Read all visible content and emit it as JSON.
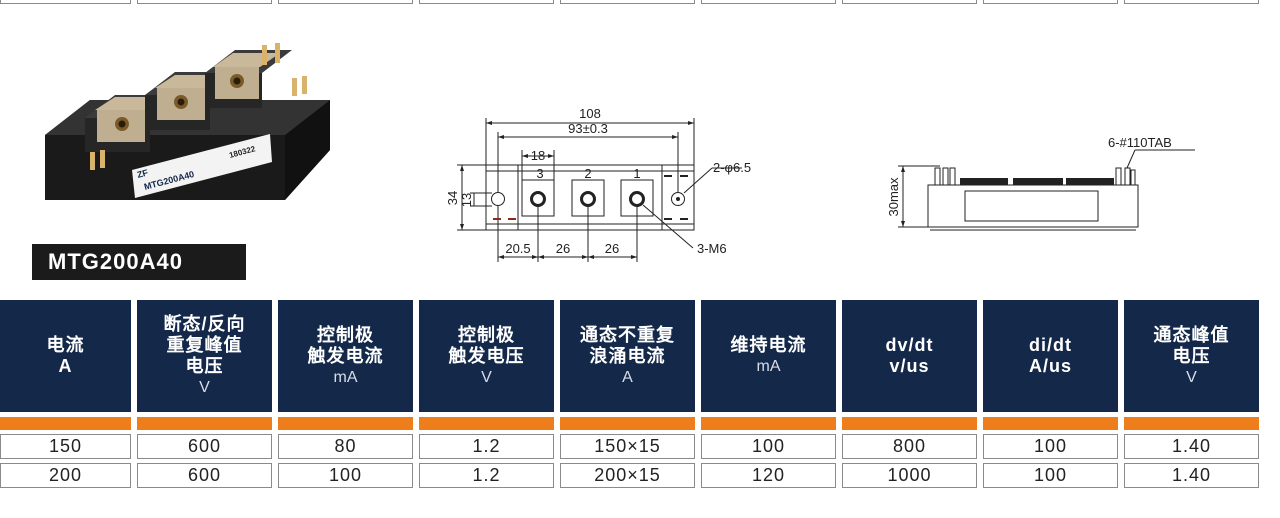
{
  "product": {
    "model": "MTG200A40",
    "photo_label_model": "MTG200A40",
    "photo_label_code": "180322",
    "photo_brand": "ZF"
  },
  "drawing_top": {
    "dim_overall": "108",
    "dim_mount": "93±0.3",
    "dim_18": "18",
    "dim_34": "34",
    "dim_13": "13",
    "dim_20_5": "20.5",
    "dim_26a": "26",
    "dim_26b": "26",
    "hole_note": "2-φ6.5",
    "terminal_note": "3-M6",
    "terminal_numbers": [
      "3",
      "2",
      "1"
    ]
  },
  "drawing_side": {
    "tab_note": "6-#110TAB",
    "height_note": "30max"
  },
  "table": {
    "headers": [
      {
        "title": "电流",
        "unit": "A",
        "unit_bold": true
      },
      {
        "title": "断态/反向\n重复峰值\n电压",
        "unit": "V",
        "unit_bold": false
      },
      {
        "title": "控制极\n触发电流",
        "unit": "mA",
        "unit_bold": false
      },
      {
        "title": "控制极\n触发电压",
        "unit": "V",
        "unit_bold": false
      },
      {
        "title": "通态不重复\n浪涌电流",
        "unit": "A",
        "unit_bold": false
      },
      {
        "title": "维持电流",
        "unit": "mA",
        "unit_bold": false
      },
      {
        "title": "dv/dt",
        "unit": "v/us",
        "unit_bold": true
      },
      {
        "title": "di/dt",
        "unit": "A/us",
        "unit_bold": true
      },
      {
        "title": "通态峰值\n电压",
        "unit": "V",
        "unit_bold": false
      }
    ],
    "rows": [
      [
        "150",
        "600",
        "80",
        "1.2",
        "150×15",
        "100",
        "800",
        "100",
        "1.40"
      ],
      [
        "200",
        "600",
        "100",
        "1.2",
        "200×15",
        "120",
        "1000",
        "100",
        "1.40"
      ]
    ]
  },
  "colors": {
    "header_bg": "#14284a",
    "accent_orange": "#ee7d1c",
    "label_bg": "#1b1b1b"
  }
}
